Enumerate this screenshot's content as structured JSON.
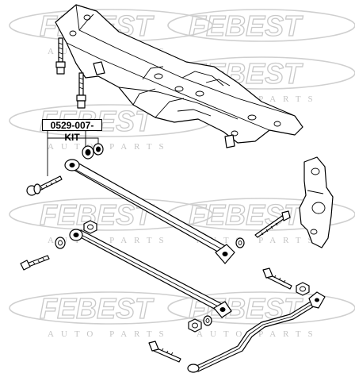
{
  "watermark": {
    "brand": "FEBEST",
    "tagline": "AUTO PARTS"
  },
  "callout": {
    "part_number": "0529-007-KIT"
  }
}
